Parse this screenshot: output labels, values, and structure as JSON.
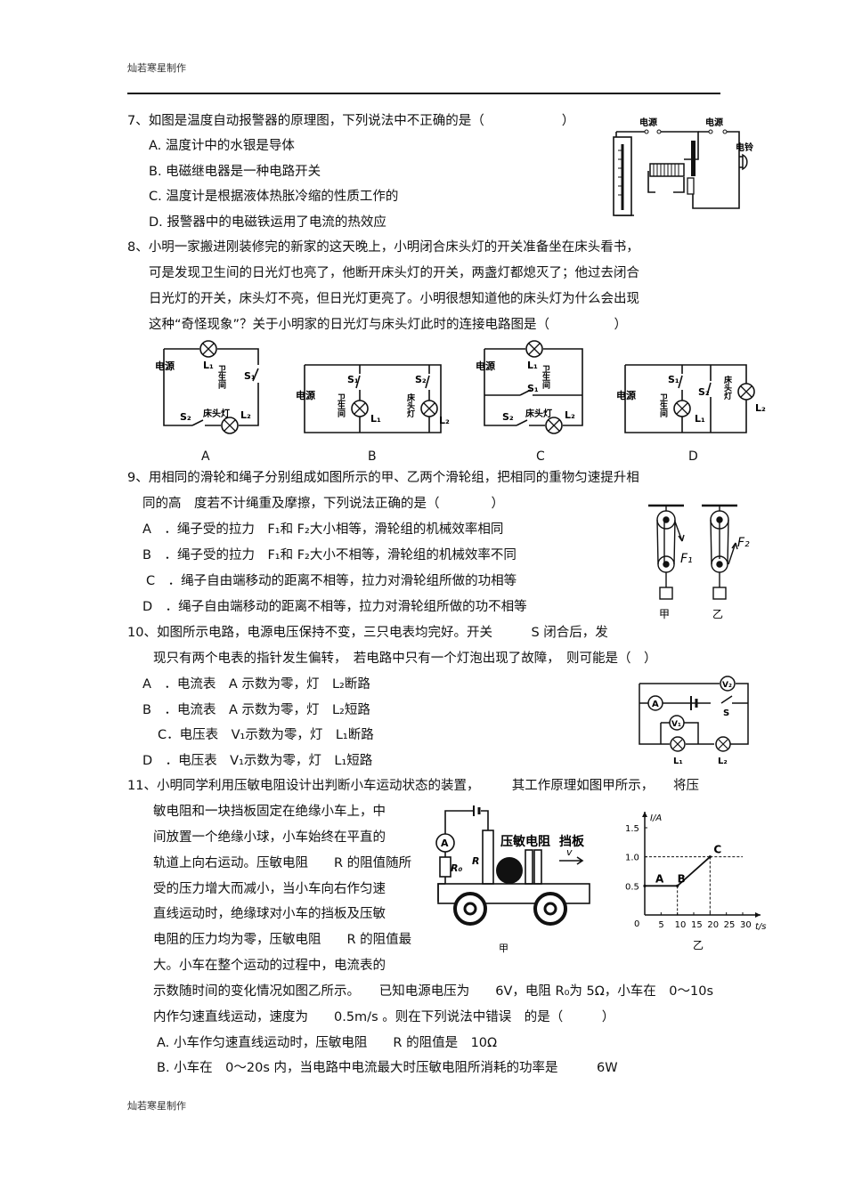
{
  "header": {
    "text": "灿若寒星制作"
  },
  "footer": {
    "text": "灿若寒星制作"
  },
  "q7": {
    "stem": "7、如图是温度自动报警器的原理图，下列说法中不正确的是（　　　　　　）",
    "opts": [
      "A.  温度计中的水银是导体",
      "B.  电磁继电器是一种电路开关",
      "C.  温度计是根据液体热胀冷缩的性质工作的",
      "D.  报警器中的电磁铁运用了电流的热效应"
    ],
    "fig": {
      "src1": "电源",
      "src2": "电源",
      "bell": "电铃"
    }
  },
  "q8": {
    "lines": [
      "8、小明一家搬进刚装修完的新家的这天晚上，小明闭合床头灯的开关准备坐在床头看书，",
      "可是发现卫生间的日光灯也亮了，他断开床头灯的开关，两盏灯都熄灭了；他过去闭合",
      "日光灯的开关，床头灯不亮，但日光灯更亮了。小明很想知道他的床头灯为什么会出现",
      "这种“奇怪现象”？关于小明家的日光灯与床头灯此时的连接电路图是（　　　　　）"
    ],
    "fig": {
      "src": "电源",
      "bath": "卫生间",
      "bedlamp": "床头灯",
      "bedlamp_v": "床头灯",
      "S1": "S₁",
      "S2": "S₂",
      "L1": "L₁",
      "L2": "L₂",
      "labels": [
        "A",
        "B",
        "C",
        "D"
      ]
    }
  },
  "q9": {
    "lines": [
      "9、用相同的滑轮和绳子分别组成如图所示的甲、乙两个滑轮组，把相同的重物匀速提升相",
      "同的高　度若不计绳重及摩擦，下列说法正确的是（　　　　）"
    ],
    "opts": [
      "A　．绳子受的拉力　F₁和 F₂大小相等，滑轮组的机械效率相同",
      "B　．绳子受的拉力　F₁和 F₂大小不相等，滑轮组的机械效率不同",
      "C　．绳子自由端移动的距离不相等，拉力对滑轮组所做的功相等",
      "D　．绳子自由端移动的距离不相等，拉力对滑轮组所做的功不相等"
    ],
    "fig": {
      "F1": "F₁",
      "F2": "F₂",
      "jia": "甲",
      "yi": "乙"
    }
  },
  "q10": {
    "lines": [
      "10、如图所示电路，电源电压保持不变，三只电表均完好。开关　　　S 闭合后，发",
      "现只有两个电表的指针发生偏转，　若电路中只有一个灯泡出现了故障，　则可能是（　）"
    ],
    "opts": [
      "A　．电流表　A 示数为零，灯　L₂断路",
      "B　．电流表　A 示数为零，灯　L₂短路",
      "C．电压表　V₁示数为零，灯　L₁断路",
      "D　．电压表　V₁示数为零，灯　L₁短路"
    ],
    "fig": {
      "V2": "V₂",
      "A": "A",
      "V1": "V₁",
      "S": "S",
      "L1": "L₁",
      "L2": "L₂"
    }
  },
  "q11": {
    "first": "11、小明同学利用压敏电阻设计出判断小车运动状态的装置，　　　其工作原理如图甲所示，　　将压",
    "lines": [
      "敏电阻和一块挡板固定在绝缘小车上，中",
      "间放置一个绝缘小球，小车始终在平直的",
      "轨道上向右运动。压敏电阻　　R 的阻值随所",
      "受的压力增大而减小，当小车向右作匀速",
      "直线运动时，绝缘球对小车的挡板及压敏",
      "电阻的压力均为零，压敏电阻　　R 的阻值最",
      "大。小车在整个运动的过程中，电流表的"
    ],
    "cont": [
      "示数随时间的变化情况如图乙所示。　　已知电源电压为　　6V，电阻 R₀为 5Ω，小车在　0～10s",
      "内作匀速直线运动，速度为　　0.5m/s 。则在下列说法中错误　的是（　　　）"
    ],
    "opts": [
      "A.  小车作匀速直线运动时，压敏电阻　　R 的阻值是　10Ω",
      "B.  小车在　0～20s 内，当电路中电流最大时压敏电阻所消耗的功率是　　　6W"
    ],
    "fig": {
      "pressure": "压敏电阻",
      "baffle": "挡板",
      "R0": "R₀",
      "R": "R",
      "A": "A",
      "v": "v",
      "jia": "甲",
      "yi": "乙",
      "ylabel": "I/A",
      "xlabel": "t/s"
    },
    "chart_data": {
      "type": "line",
      "title": "",
      "xlabel": "t/s",
      "ylabel": "I/A",
      "xlim": [
        0,
        30
      ],
      "ylim": [
        0,
        1.5
      ],
      "x_ticks": [
        "5",
        "10",
        "15",
        "20",
        "25",
        "30"
      ],
      "y_ticks": [
        "0.5",
        "1.0",
        "1.5"
      ],
      "series": [
        {
          "x": [
            0,
            10,
            20
          ],
          "y": [
            0.5,
            0.5,
            1.0
          ]
        }
      ],
      "point_labels": [
        "A",
        "B",
        "C"
      ]
    }
  }
}
